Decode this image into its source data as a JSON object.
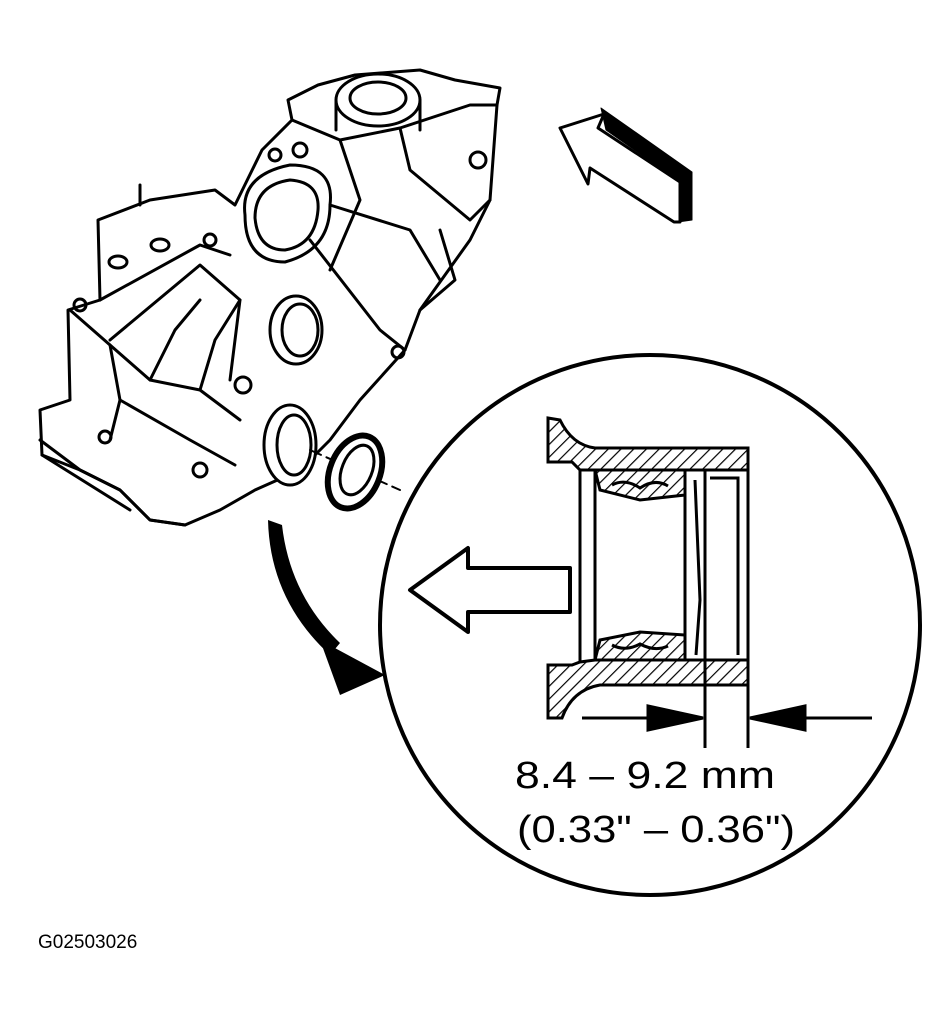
{
  "figure": {
    "measurement": {
      "metric": "8.4 – 9.2  mm",
      "imperial": "(0.33\" – 0.36\")"
    },
    "figure_id": "G02503026"
  },
  "colors": {
    "ink": "#000000",
    "paper": "#ffffff"
  }
}
